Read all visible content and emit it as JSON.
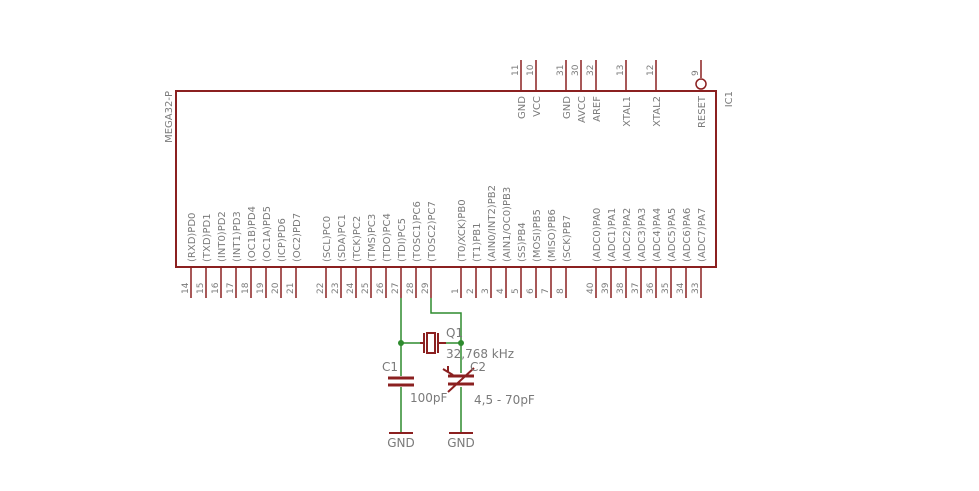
{
  "chip": {
    "name": "MEGA32-P",
    "ref": "IC1",
    "top_pins": [
      {
        "num": "11",
        "label": "GND"
      },
      {
        "num": "10",
        "label": "VCC"
      },
      {
        "num": "31",
        "label": "GND"
      },
      {
        "num": "30",
        "label": "AVCC"
      },
      {
        "num": "32",
        "label": "AREF"
      },
      {
        "num": "13",
        "label": "XTAL1"
      },
      {
        "num": "12",
        "label": "XTAL2"
      },
      {
        "num": "9",
        "label": "RESET"
      }
    ],
    "bottom_pins": [
      {
        "num": "14",
        "label": "(RXD)PD0"
      },
      {
        "num": "15",
        "label": "(TXD)PD1"
      },
      {
        "num": "16",
        "label": "(INT0)PD2"
      },
      {
        "num": "17",
        "label": "(INT1)PD3"
      },
      {
        "num": "18",
        "label": "(OC1B)PD4"
      },
      {
        "num": "19",
        "label": "(OC1A)PD5"
      },
      {
        "num": "20",
        "label": "(ICP)PD6"
      },
      {
        "num": "21",
        "label": "(OC2)PD7"
      },
      {
        "num": "22",
        "label": "(SCL)PC0"
      },
      {
        "num": "23",
        "label": "(SDA)PC1"
      },
      {
        "num": "24",
        "label": "(TCK)PC2"
      },
      {
        "num": "25",
        "label": "(TMS)PC3"
      },
      {
        "num": "26",
        "label": "(TDO)PC4"
      },
      {
        "num": "27",
        "label": "(TDI)PC5"
      },
      {
        "num": "28",
        "label": "(TOSC1)PC6"
      },
      {
        "num": "29",
        "label": "(TOSC2)PC7"
      },
      {
        "num": "1",
        "label": "(T0/XCK)PB0"
      },
      {
        "num": "2",
        "label": "(T1)PB1"
      },
      {
        "num": "3",
        "label": "(AIN0/INT2)PB2"
      },
      {
        "num": "4",
        "label": "(AIN1/OC0)PB3"
      },
      {
        "num": "5",
        "label": "(SS)PB4"
      },
      {
        "num": "6",
        "label": "(MOSI)PB5"
      },
      {
        "num": "7",
        "label": "(MISO)PB6"
      },
      {
        "num": "8",
        "label": "(SCK)PB7"
      },
      {
        "num": "40",
        "label": "(ADC0)PA0"
      },
      {
        "num": "39",
        "label": "(ADC1)PA1"
      },
      {
        "num": "38",
        "label": "(ADC2)PA2"
      },
      {
        "num": "37",
        "label": "(ADC3)PA3"
      },
      {
        "num": "36",
        "label": "(ADC4)PA4"
      },
      {
        "num": "35",
        "label": "(ADC5)PA5"
      },
      {
        "num": "34",
        "label": "(ADC6)PA6"
      },
      {
        "num": "33",
        "label": "(ADC7)PA7"
      }
    ]
  },
  "crystal": {
    "ref": "Q1",
    "value": "32,768 kHz"
  },
  "c1": {
    "ref": "C1",
    "value": "100pF"
  },
  "c2": {
    "ref": "C2",
    "value": "4,5 - 70pF"
  },
  "gnd1": {
    "label": "GND"
  },
  "gnd2": {
    "label": "GND"
  },
  "colors": {
    "part": "#8b2020",
    "text": "#7a7a7a",
    "net": "#2e8b2e",
    "junction": "#2e8b2e"
  }
}
